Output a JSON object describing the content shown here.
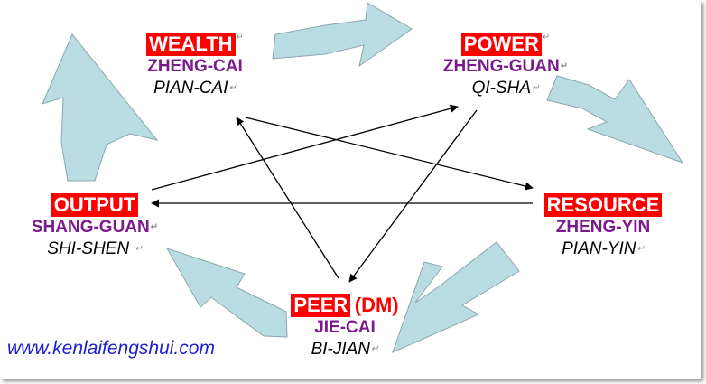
{
  "nodes": {
    "wealth": {
      "title": "WEALTH",
      "primary": "ZHENG-CAI",
      "secondary": "PIAN-CAI"
    },
    "power": {
      "title": "POWER",
      "primary": "ZHENG-GUAN",
      "secondary": "QI-SHA"
    },
    "resource": {
      "title": "RESOURCE",
      "primary": "ZHENG-YIN",
      "secondary": "PIAN-YIN"
    },
    "peer": {
      "title": "PEER",
      "suffix": "(DM)",
      "primary": "JIE-CAI",
      "secondary": "BI-JIAN"
    },
    "output": {
      "title": "OUTPUT",
      "primary": "SHANG-GUAN",
      "secondary": "SHI-SHEN"
    }
  },
  "paragraph_mark": "↵",
  "website": "www.kenlaifengshui.com",
  "colors": {
    "title_bg": "#ff0000",
    "title_text": "#ffffff",
    "primary_text": "#7a1a8c",
    "secondary_text": "#000000",
    "cycle_arrow": "#b9dde2",
    "cycle_arrow_stroke": "#8aa7ad",
    "control_arrow": "#000000",
    "website_text": "#1f1fd0"
  }
}
